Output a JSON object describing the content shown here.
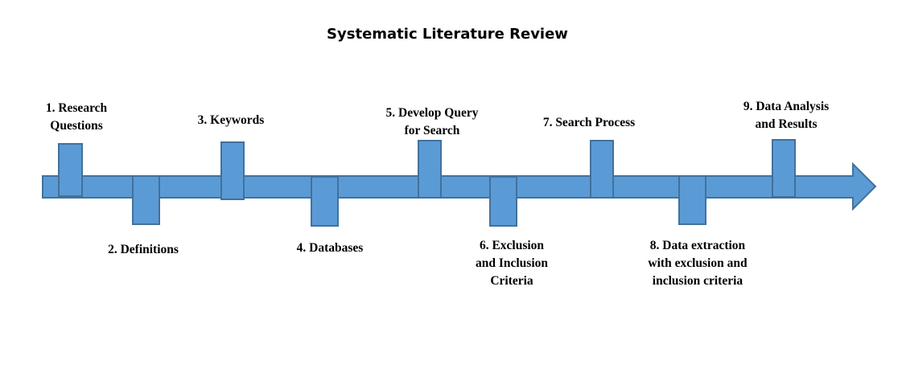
{
  "title": "Systematic Literature Review",
  "colors": {
    "fill": "#5b9bd5",
    "stroke": "#41719c"
  },
  "steps": [
    {
      "label": "1. Research\nQuestions",
      "position": "above"
    },
    {
      "label": "2. Definitions",
      "position": "below"
    },
    {
      "label": "3. Keywords",
      "position": "above"
    },
    {
      "label": "4. Databases",
      "position": "below"
    },
    {
      "label": "5. Develop Query\nfor Search",
      "position": "above"
    },
    {
      "label": "6. Exclusion\nand Inclusion\nCriteria",
      "position": "below"
    },
    {
      "label": "7. Search Process",
      "position": "above"
    },
    {
      "label": "8. Data extraction\nwith exclusion and\ninclusion criteria",
      "position": "below"
    },
    {
      "label": "9. Data Analysis\nand Results",
      "position": "above"
    }
  ]
}
